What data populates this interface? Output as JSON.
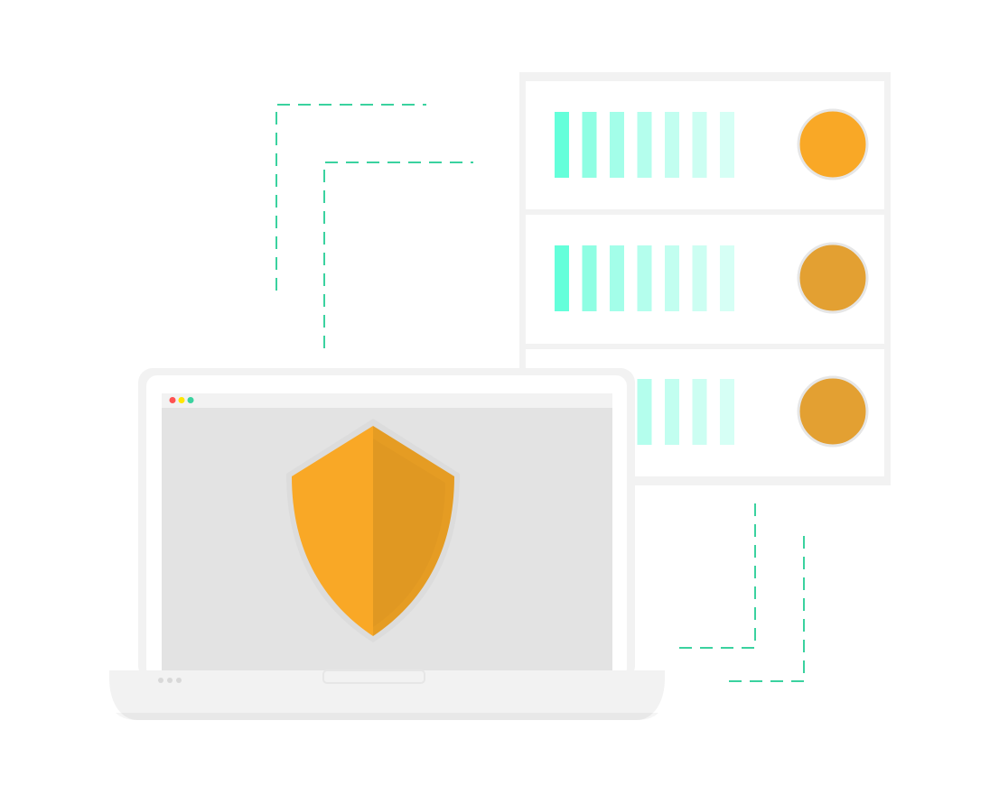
{
  "illustration": {
    "subject": "laptop-with-shield-and-server-rack",
    "icons": [
      "shield-icon",
      "server-rack",
      "laptop",
      "browser-window-dots"
    ],
    "colors": {
      "background": "#ffffff",
      "frame_light": "#f2f2f2",
      "frame_border": "#e6e6e6",
      "screen": "#e3e3e3",
      "shield_left": "#f9a826",
      "shield_right": "#e59c23",
      "shield_border": "#dcdcdc",
      "server_led_light": "#f9a826",
      "server_led_dark": "#e3a032",
      "bar_colors": [
        "#64ffda",
        "#8ffee3",
        "#a3fee9",
        "#b4feed",
        "#c2fef0",
        "#ccfef2",
        "#d6fff5"
      ],
      "dash_line": "#3ad29f",
      "window_dot_red": "#ff5252",
      "window_dot_yellow": "#ffe600",
      "window_dot_green": "#3ad29f"
    },
    "server_units": 3,
    "bars_per_unit": 7
  }
}
